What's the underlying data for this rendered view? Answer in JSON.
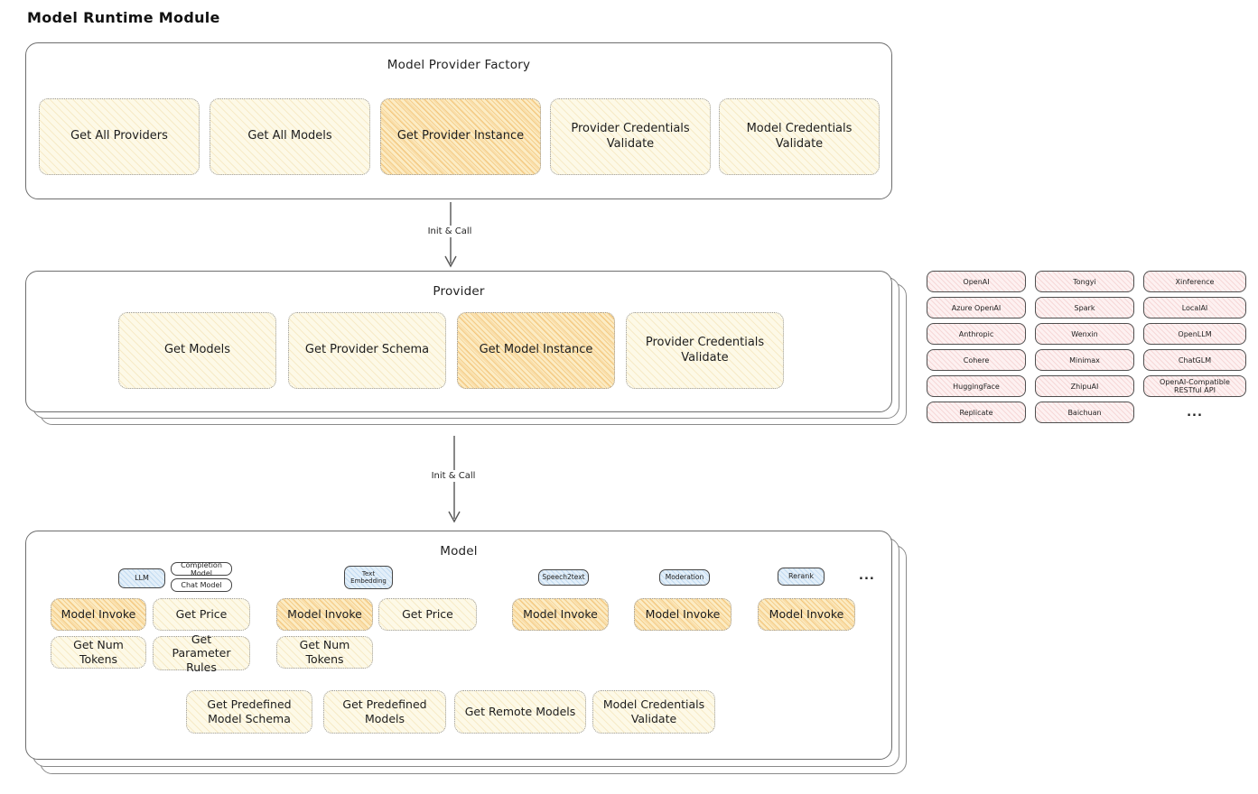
{
  "title": "Model Runtime Module",
  "arrows": {
    "label1": "Init & Call",
    "label2": "Init & Call"
  },
  "factory": {
    "title": "Model Provider Factory",
    "boxes": [
      "Get All Providers",
      "Get All Models",
      "Get Provider Instance",
      "Provider Credentials Validate",
      "Model Credentials Validate"
    ]
  },
  "provider": {
    "title": "Provider",
    "boxes": [
      "Get Models",
      "Get Provider Schema",
      "Get Model Instance",
      "Provider Credentials Validate"
    ]
  },
  "provider_list": [
    "OpenAI",
    "Tongyi",
    "Xinference",
    "Azure OpenAI",
    "Spark",
    "LocalAI",
    "Anthropic",
    "Wenxin",
    "OpenLLM",
    "Cohere",
    "Minimax",
    "ChatGLM",
    "HuggingFace",
    "ZhipuAI",
    "OpenAI-Compatible RESTful API",
    "Replicate",
    "Baichuan",
    "..."
  ],
  "model": {
    "title": "Model",
    "tabs": {
      "llm": "LLM",
      "completion": "Completion Model",
      "chat": "Chat Model",
      "text_embedding": "Text Embedding",
      "speech2text": "Speech2text",
      "moderation": "Moderation",
      "rerank": "Rerank",
      "more": "..."
    },
    "ops": {
      "model_invoke": "Model Invoke",
      "get_price": "Get Price",
      "get_num_tokens": "Get Num Tokens",
      "get_parameter_rules": "Get Parameter Rules"
    },
    "bottom": [
      "Get Predefined Model Schema",
      "Get Predefined Models",
      "Get Remote Models",
      "Model Credentials Validate"
    ]
  },
  "colors": {
    "yellow_light": "#fdf9e7",
    "yellow_dark": "#fcecc4",
    "pink": "#fdf1f1",
    "blue": "#e3eff9",
    "stroke": "#6e6e6e",
    "text": "#1f1f1f"
  }
}
